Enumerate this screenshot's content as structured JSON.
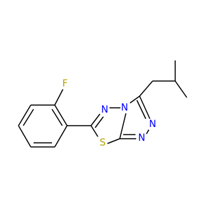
{
  "molecule": {
    "atoms": [
      {
        "id": "F",
        "label": "F",
        "color": "#b4a000"
      },
      {
        "id": "S",
        "label": "S",
        "color": "#b4a000"
      },
      {
        "id": "N1",
        "label": "N",
        "color": "#0000ff"
      },
      {
        "id": "N2",
        "label": "N",
        "color": "#0000ff"
      },
      {
        "id": "N3",
        "label": "N",
        "color": "#0000ff"
      },
      {
        "id": "N4",
        "label": "N",
        "color": "#0000ff"
      }
    ],
    "bond_color": "#000000"
  }
}
